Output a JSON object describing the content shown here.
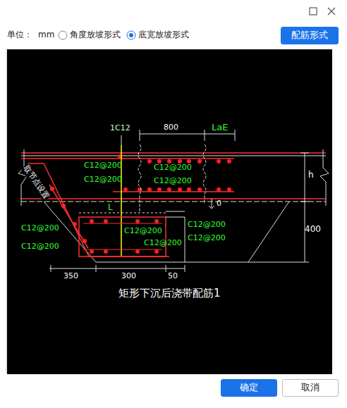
{
  "diagram": {
    "caption": "矩形下沉后浇带配筋1",
    "nodes": [
      {
        "text": [
          "配筋形式"
        ]
      },
      {
        "text": [
          "确定"
        ]
      },
      {
        "text": [
          "取消"
        ]
      }
    ],
    "labels": [
      "单位：",
      "mm",
      "角度放坡形式",
      "底宽放坡形式",
      "1C12",
      "800",
      "LaE",
      "h",
      "C12@200",
      "C12@200",
      "C12@200",
      "C12@200",
      "取节点设置",
      "L",
      "0",
      "400",
      "C12@200",
      "C12@200",
      "C12@200",
      "C12@200",
      "C12@200",
      "C12@200",
      "350",
      "300",
      "50"
    ]
  }
}
